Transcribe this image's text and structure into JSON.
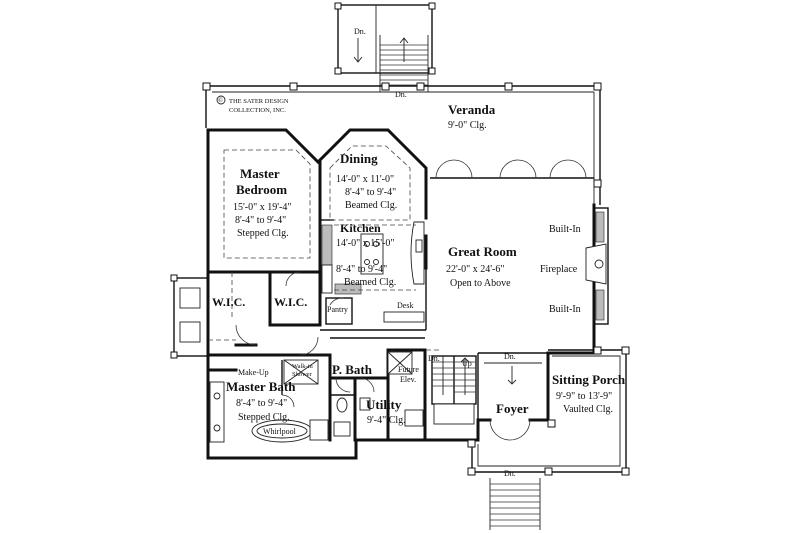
{
  "copyright": {
    "symbol": "©",
    "line1": "THE SATER DESIGN",
    "line2": "COLLECTION, INC."
  },
  "rooms": {
    "veranda": {
      "name": "Veranda",
      "detail": "9'-0\" Clg."
    },
    "dining": {
      "name": "Dining",
      "dims": "14'-0\" x 11'-0\"",
      "clg1": "8'-4\" to 9'-4\"",
      "clg2": "Beamed Clg."
    },
    "master_bedroom": {
      "name1": "Master",
      "name2": "Bedroom",
      "dims": "15'-0\" x 19'-4\"",
      "clg1": "8'-4\" to 9'-4\"",
      "clg2": "Stepped Clg."
    },
    "kitchen": {
      "name": "Kitchen",
      "dims": "14'-0\" x 15'-0\"",
      "clg1": "8'-4\" to 9'-4\"",
      "clg2": "Beamed Clg."
    },
    "great_room": {
      "name": "Great Room",
      "dims": "22'-0\" x 24'-6\"",
      "detail": "Open to Above"
    },
    "wic_left": {
      "name": "W.I.C."
    },
    "wic_right": {
      "name": "W.I.C."
    },
    "pantry": {
      "name": "Pantry"
    },
    "desk": {
      "name": "Desk"
    },
    "master_bath": {
      "name": "Master Bath",
      "clg1": "8'-4\" to 9'-4\"",
      "clg2": "Stepped Clg."
    },
    "make_up": {
      "name": "Make-Up"
    },
    "walk_in_shower": {
      "line1": "Walk-in",
      "line2": "Shower"
    },
    "p_bath": {
      "name": "P. Bath"
    },
    "future_elev": {
      "line1": "Future",
      "line2": "Elev."
    },
    "utility": {
      "name": "Utility",
      "detail": "9'-4\" Clg."
    },
    "foyer": {
      "name": "Foyer"
    },
    "sitting_porch": {
      "name": "Sitting Porch",
      "dims": "9'-9\" to 13'-9\"",
      "detail": "Vaulted Clg."
    },
    "whirlpool": {
      "name": "Whirlpool"
    }
  },
  "features": {
    "built_in_top": "Built-In",
    "fireplace": "Fireplace",
    "built_in_bottom": "Built-In"
  },
  "stairs": {
    "dn_top": "Dn.",
    "dn_veranda": "Dn.",
    "dn_foyer_left": "Dn.",
    "up_foyer": "Up",
    "dn_foyer_right": "Dn.",
    "dn_bottom": "Dn."
  }
}
